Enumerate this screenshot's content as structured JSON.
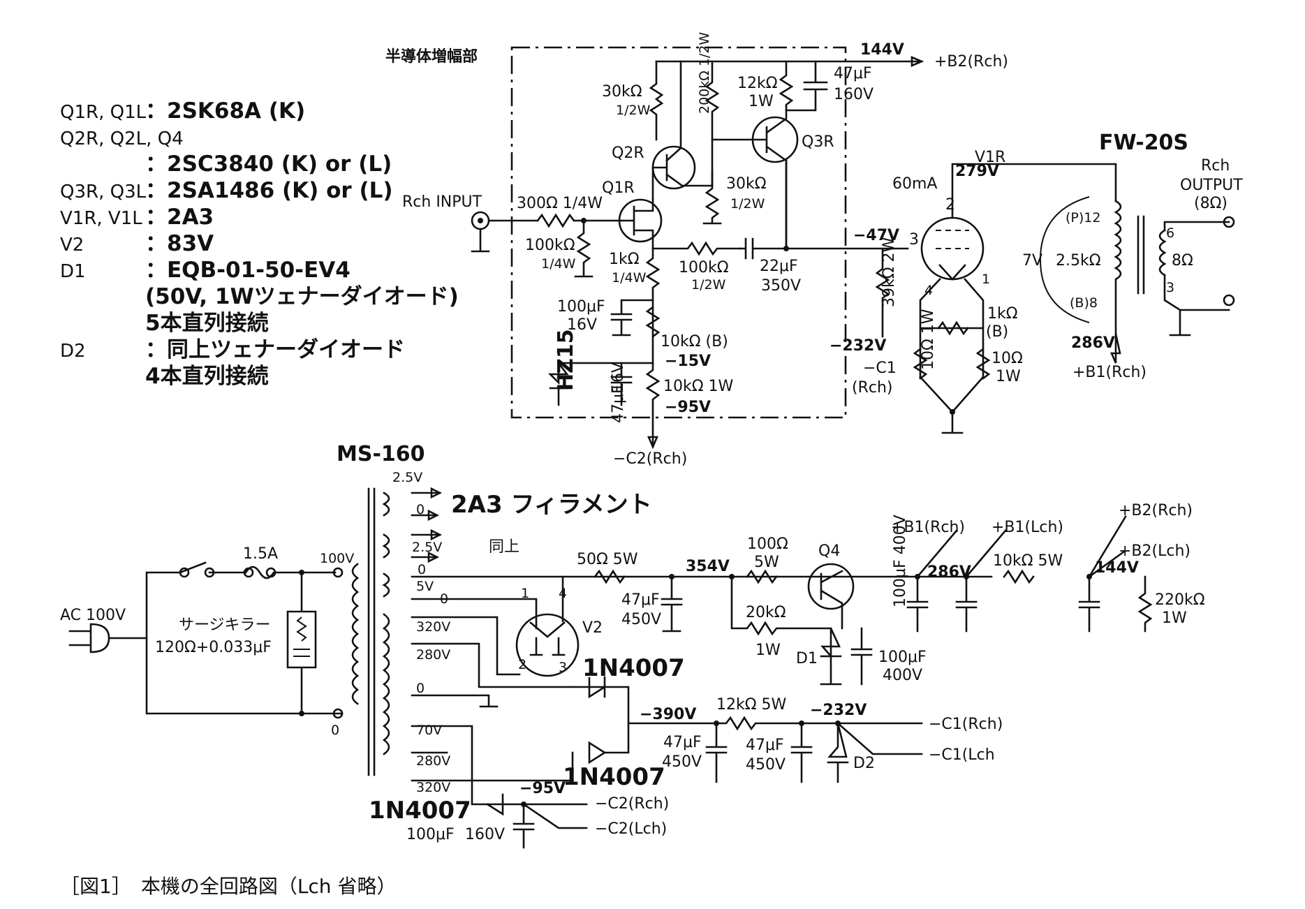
{
  "legend": [
    {
      "key": "Q1R, Q1L",
      "value": "：2SK68A (K)"
    },
    {
      "key": "Q2R, Q2L, Q4",
      "value": ""
    },
    {
      "key": "",
      "value": "：2SC3840 (K) or (L)"
    },
    {
      "key": "Q3R, Q3L",
      "value": "：2SA1486 (K) or (L)"
    },
    {
      "key": "V1R, V1L",
      "value": "：2A3"
    },
    {
      "key": "V2",
      "value": "：83V"
    },
    {
      "key": "D1",
      "value": "：EQB-01-50-EV4"
    },
    {
      "key": "",
      "value": "(50V, 1Wツェナーダイオード)"
    },
    {
      "key": "",
      "value": "5本直列接続"
    },
    {
      "key": "D2",
      "value": "：同上ツェナーダイオード"
    },
    {
      "key": "",
      "value": "4本直列接続"
    }
  ],
  "caption": "［図1］　本機の全回路図（Lch 省略）",
  "amp": {
    "section_title": "半導体増幅部",
    "input_label": "Rch INPUT",
    "r_in": "300Ω 1/4W",
    "r_gate": "100kΩ",
    "r_gate_w": "1/4W",
    "q1": "Q1R",
    "q2": "Q2R",
    "q3": "Q3R",
    "r_30k_a": "30kΩ",
    "r_30k_a_w": "1/2W",
    "r_200k": "200kΩ 1/2W",
    "r_12k": "12kΩ",
    "r_12k_w": "1W",
    "c_47u": "47μF",
    "c_47u_v": "160V",
    "r_30k_b": "30kΩ",
    "r_30k_b_w": "1/2W",
    "r_1k": "1kΩ",
    "r_1k_w": "1/4W",
    "r_100k_fb": "100kΩ",
    "r_100k_fb_w": "1/2W",
    "c_22u": "22μF",
    "c_22u_v": "350V",
    "c_100u": "100μF",
    "c_100u_v": "16V",
    "vr_10k": "10kΩ (B)",
    "zener": "HZ15",
    "c_47u_16": "16V",
    "c_47u_16_b": "47μF",
    "r_10k_1w": "10kΩ 1W",
    "v_144": "144V",
    "v_m15": "−15V",
    "v_m95": "−95V",
    "v_m47": "−47V",
    "v_m232": "−232V",
    "out_b2": "+B2(Rch)",
    "out_c2": "−C2(Rch)",
    "r_39k": "39kΩ 2W",
    "c1_label": "−C1",
    "c1_label_b": "(Rch)",
    "v1": "V1R",
    "i_60": "60mA",
    "v_279": "279V",
    "pin2": "2",
    "pin3": "3",
    "pin4": "4",
    "pin1": "1",
    "r_10_a": "10Ω 1W",
    "r_10_b": "10Ω",
    "r_10_b_w": "1W",
    "vr_1k": "1kΩ",
    "vr_1k_b": "(B)",
    "otx": "FW-20S",
    "out_label": "Rch",
    "out_label_b": "OUTPUT",
    "out_label_c": "(8Ω)",
    "p12": "(P)12",
    "b8": "(B)8",
    "v_7": "7V",
    "z_25k": "2.5kΩ",
    "z_8": "8Ω",
    "s6": "6",
    "s3": "3",
    "v_286": "286V",
    "out_b1": "+B1(Rch)"
  },
  "psu": {
    "ptx": "MS-160",
    "ac": "AC 100V",
    "fuse": "1.5A",
    "surge": "サージキラー",
    "surge_val": "120Ω+0.033μF",
    "tap100": "100V",
    "tap0": "0",
    "fil1": "2.5V",
    "fil1b": "0",
    "fil_label": "2A3 フィラメント",
    "fil2": "2.5V",
    "fil2b": "0",
    "fil2_label": "同上",
    "h5": "5V",
    "h0": "0",
    "s320a": "320V",
    "s280a": "280V",
    "s0": "0",
    "s70": "70V",
    "s280b": "280V",
    "s320b": "320V",
    "v2": "V2",
    "v2_p1": "1",
    "v2_p4": "4",
    "v2_p2": "2",
    "v2_p3": "3",
    "r_50": "50Ω 5W",
    "c_47_450": "47μF",
    "c_47_450_v": "450V",
    "v_354": "354V",
    "r_100": "100Ω",
    "r_100_w": "5W",
    "r_20k": "20kΩ",
    "r_20k_w": "1W",
    "q4": "Q4",
    "d1": "D1",
    "c_100_400": "100μF",
    "c_100_400_v": "400V",
    "c_100_400_b": "100μF 400V",
    "v_286": "286V",
    "b1r": "+B1(Rch)",
    "b1l": "+B1(Lch)",
    "r_10k5": "10kΩ 5W",
    "v_144": "144V",
    "b2r": "+B2(Rch)",
    "b2l": "+B2(Lch)",
    "r_220k": "220kΩ",
    "r_220k_w": "1W",
    "d_1n4007_a": "1N4007",
    "d_1n4007_b": "1N4007",
    "d_1n4007_c": "1N4007",
    "v_m390": "−390V",
    "r_12k5": "12kΩ 5W",
    "v_m232": "−232V",
    "c_47a": "47μF",
    "c_47a_v": "450V",
    "c_47b": "47μF",
    "c_47b_v": "450V",
    "d2": "D2",
    "c1r": "−C1(Rch)",
    "c1l": "−C1(Lch",
    "v_m95": "−95V",
    "c2r": "−C2(Rch)",
    "c2l": "−C2(Lch)",
    "c_100_160": "100μF",
    "c_100_160_v": "160V"
  }
}
